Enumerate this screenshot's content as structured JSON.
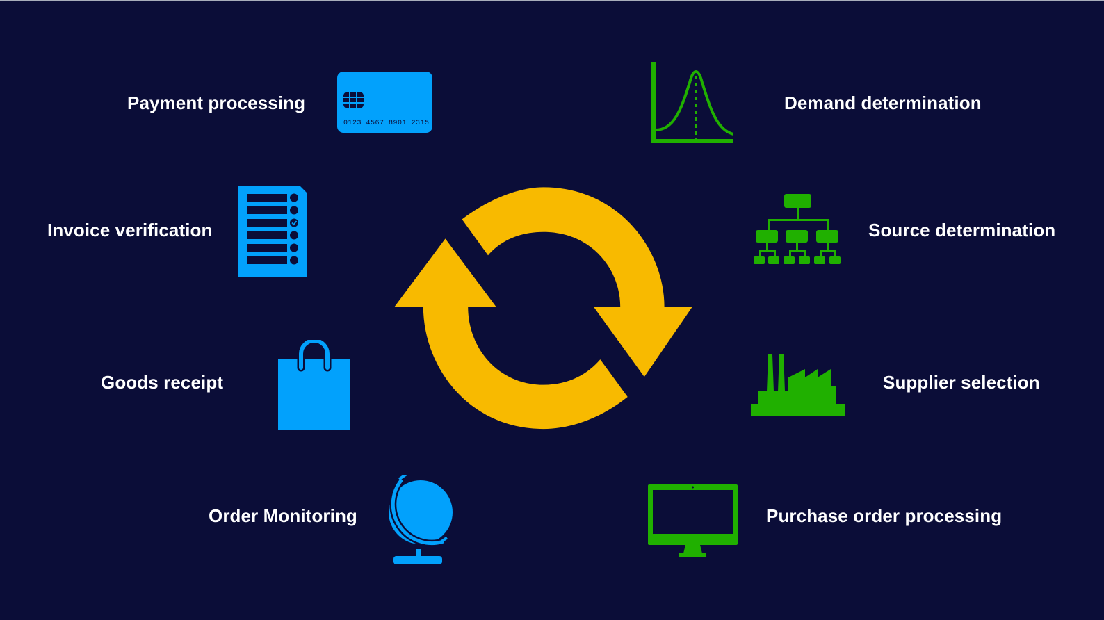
{
  "colors": {
    "background": "#0b0d38",
    "blue_icon": "#02a1fc",
    "green_icon": "#20b000",
    "cycle_arrows": "#f8ba00",
    "label_text": "#ffffff"
  },
  "diagram": {
    "center": {
      "icon": "refresh-cycle-arrows-icon"
    },
    "left_steps": [
      {
        "label": "Payment processing",
        "icon": "credit-card-icon",
        "card_number": "0123 4567 8901 2315"
      },
      {
        "label": "Invoice verification",
        "icon": "checklist-document-icon"
      },
      {
        "label": "Goods receipt",
        "icon": "shopping-bag-icon"
      },
      {
        "label": "Order Monitoring",
        "icon": "globe-icon"
      }
    ],
    "right_steps": [
      {
        "label": "Demand determination",
        "icon": "bell-curve-chart-icon"
      },
      {
        "label": "Source determination",
        "icon": "org-chart-hierarchy-icon"
      },
      {
        "label": "Supplier selection",
        "icon": "factory-icon"
      },
      {
        "label": "Purchase order processing",
        "icon": "desktop-monitor-icon"
      }
    ]
  }
}
